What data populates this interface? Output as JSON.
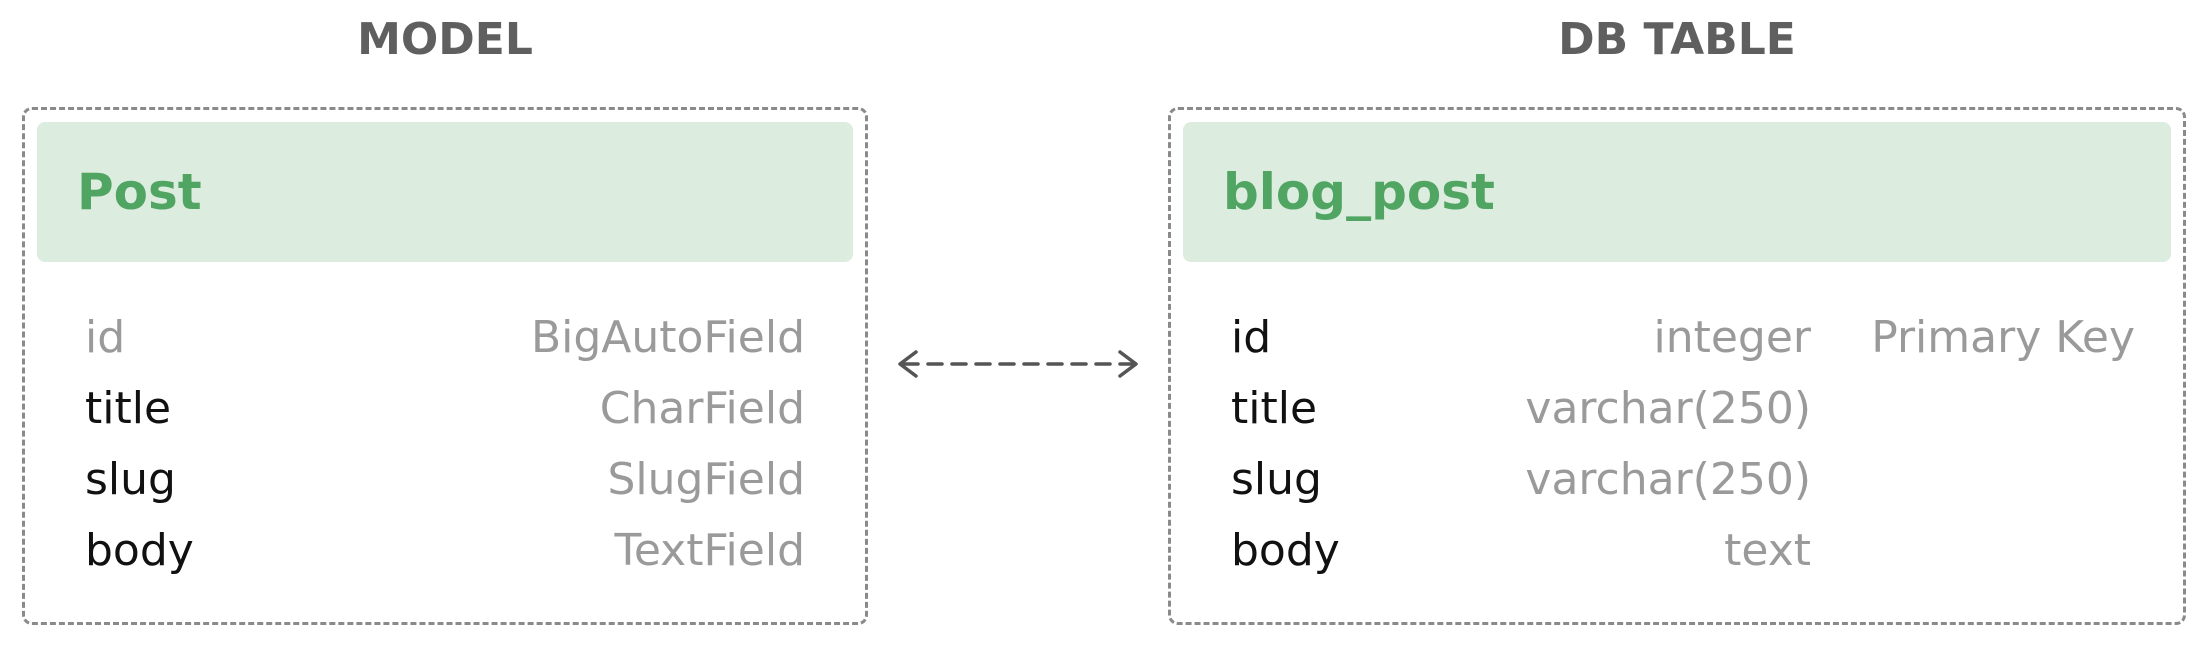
{
  "model": {
    "section_label": "MODEL",
    "name": "Post",
    "fields": [
      {
        "name": "id",
        "type": "BigAutoField",
        "muted": true
      },
      {
        "name": "title",
        "type": "CharField",
        "muted": false
      },
      {
        "name": "slug",
        "type": "SlugField",
        "muted": false
      },
      {
        "name": "body",
        "type": "TextField",
        "muted": false
      }
    ]
  },
  "table": {
    "section_label": "DB TABLE",
    "name": "blog_post",
    "columns": [
      {
        "name": "id",
        "type": "integer",
        "extra": "Primary Key"
      },
      {
        "name": "title",
        "type": "varchar(250)",
        "extra": ""
      },
      {
        "name": "slug",
        "type": "varchar(250)",
        "extra": ""
      },
      {
        "name": "body",
        "type": "text",
        "extra": ""
      }
    ]
  },
  "colors": {
    "header_bg": "#dcede0",
    "header_text": "#51a562",
    "muted_text": "#9a9a9a",
    "border": "#8a8a8a",
    "section_label": "#5f5f5f"
  },
  "icons": {
    "connector": "bidirectional-dashed-arrow-icon"
  }
}
